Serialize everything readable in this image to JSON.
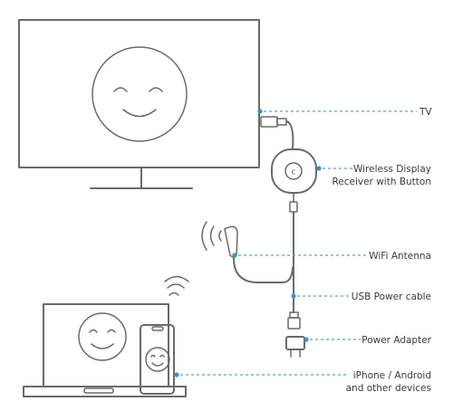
{
  "labels": {
    "tv": "TV",
    "receiver_line1": "Wireless Display",
    "receiver_line2": "Receiver with Button",
    "antenna": "WiFi Antenna",
    "usb_cable": "USB Power cable",
    "adapter": "Power Adapter",
    "devices_line1": "iPhone / Android",
    "devices_line2": "and other devices"
  },
  "colors": {
    "line": "#6a6a6a",
    "leader": "#5a9ed8",
    "dot": "#3a8fd8",
    "text": "#3b3b3b"
  },
  "icons": {
    "tv": "tv-icon",
    "smiley": "smiley-face-icon",
    "receiver": "dongle-icon",
    "wifi": "wifi-signal-icon",
    "laptop": "laptop-icon",
    "phone": "smartphone-icon",
    "adapter": "power-adapter-icon"
  }
}
